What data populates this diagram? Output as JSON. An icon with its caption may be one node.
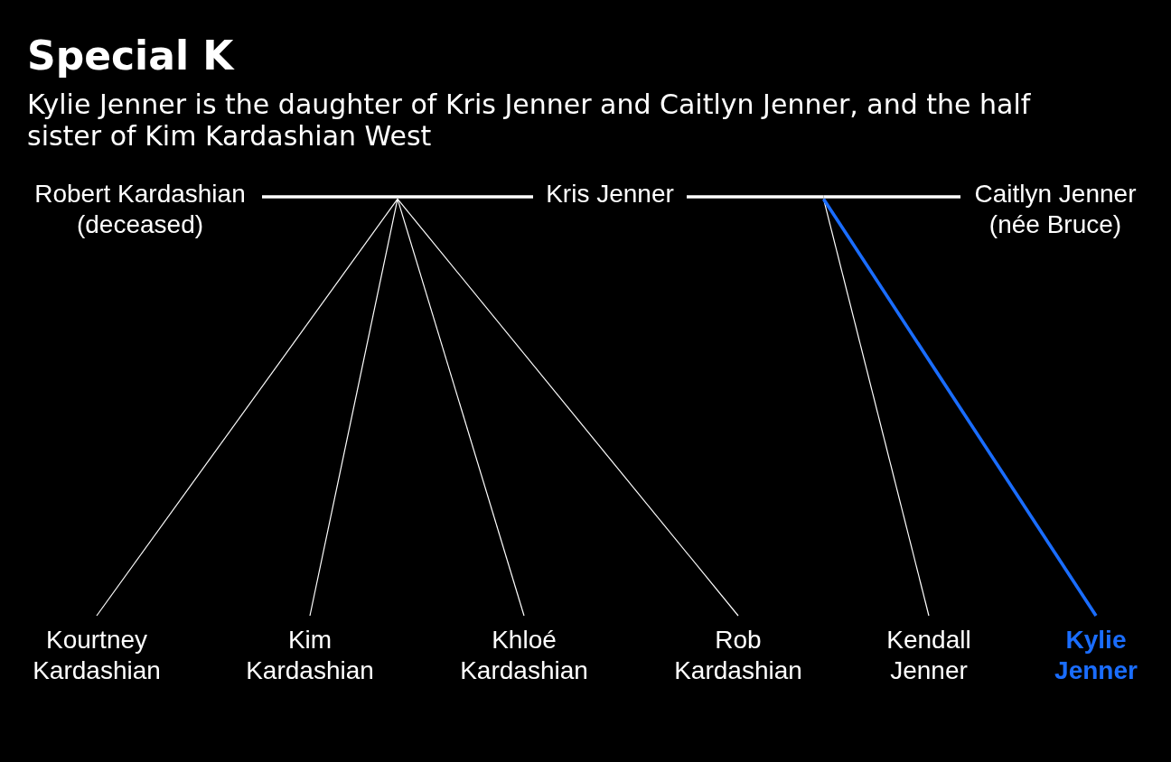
{
  "diagram": {
    "title": "Special K",
    "caption": "Kylie Jenner is the daughter of Kris Jenner and Caitlyn Jenner, and the half sister of Kim Kardashian West",
    "nodes": [
      {
        "text": [
          "Robert Kardashian (deceased)"
        ]
      },
      {
        "text": [
          "Kris Jenner"
        ]
      },
      {
        "text": [
          "Caitlyn Jenner (née Bruce)"
        ]
      },
      {
        "text": [
          "Kourtney Kardashian"
        ]
      },
      {
        "text": [
          "Kim Kardashian"
        ]
      },
      {
        "text": [
          "Khloé Kardashian"
        ]
      },
      {
        "text": [
          "Rob Kardashian"
        ]
      },
      {
        "text": [
          "Kendall Jenner"
        ]
      },
      {
        "text": [
          "Kylie Jenner"
        ]
      }
    ],
    "edges": [
      {
        "from": 0,
        "to": 1,
        "arrow": "none",
        "style": "thick"
      },
      {
        "from": 1,
        "to": 2,
        "arrow": "none",
        "style": "thick"
      },
      {
        "from": 0,
        "to": 3,
        "arrow": "none"
      },
      {
        "from": 1,
        "to": 3,
        "arrow": "none"
      },
      {
        "from": 0,
        "to": 4,
        "arrow": "none"
      },
      {
        "from": 1,
        "to": 4,
        "arrow": "none"
      },
      {
        "from": 0,
        "to": 5,
        "arrow": "none"
      },
      {
        "from": 1,
        "to": 5,
        "arrow": "none"
      },
      {
        "from": 0,
        "to": 6,
        "arrow": "none"
      },
      {
        "from": 1,
        "to": 6,
        "arrow": "none"
      },
      {
        "from": 1,
        "to": 7,
        "arrow": "none"
      },
      {
        "from": 2,
        "to": 7,
        "arrow": "none"
      },
      {
        "from": 1,
        "to": 8,
        "arrow": "none",
        "style": "thick",
        "color": "#1a6dff"
      },
      {
        "from": 2,
        "to": 8,
        "arrow": "none",
        "style": "thick",
        "color": "#1a6dff"
      }
    ]
  }
}
